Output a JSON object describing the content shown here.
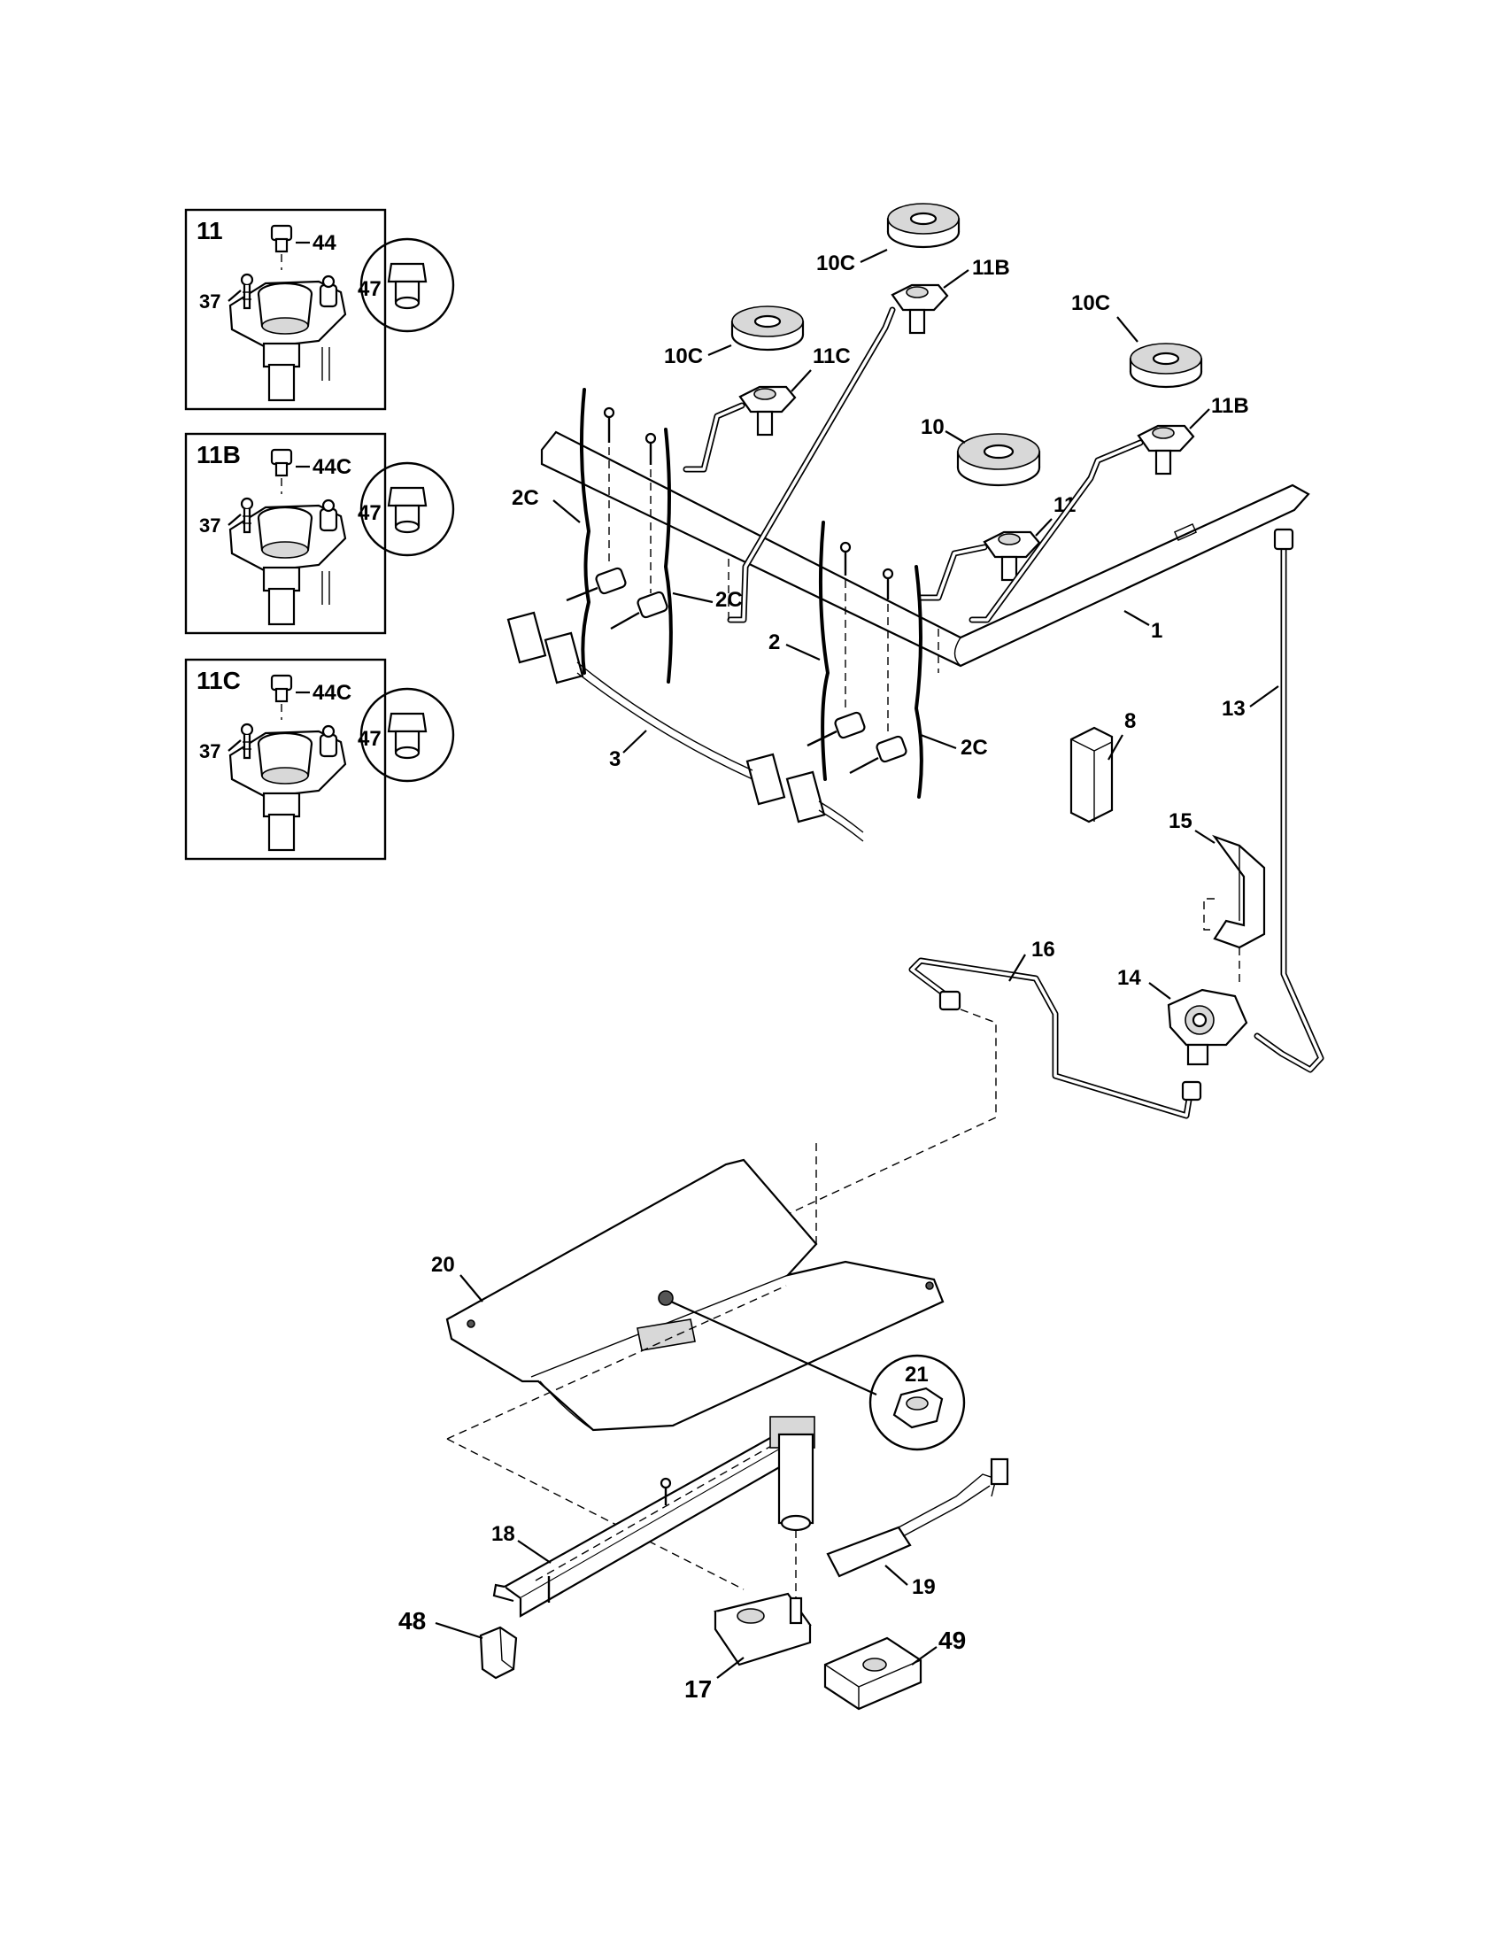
{
  "callouts": {
    "c1": "1",
    "c2": "2",
    "c2c_a": "2C",
    "c2c_b": "2C",
    "c2c_c": "2C",
    "c3": "3",
    "c8": "8",
    "c10": "10",
    "c10c_a": "10C",
    "c10c_b": "10C",
    "c10c_c": "10C",
    "c11": "11",
    "c11b_a": "11B",
    "c11b_b": "11B",
    "c11c": "11C",
    "c13": "13",
    "c14": "14",
    "c15": "15",
    "c16": "16",
    "c17": "17",
    "c18": "18",
    "c19": "19",
    "c20": "20",
    "c21": "21",
    "c48": "48",
    "c49": "49"
  },
  "detail_boxes": [
    {
      "title": "11",
      "screw": "37",
      "cap": "44",
      "orifice": "47"
    },
    {
      "title": "11B",
      "screw": "37",
      "cap": "44C",
      "orifice": "47"
    },
    {
      "title": "11C",
      "screw": "37",
      "cap": "44C",
      "orifice": "47"
    }
  ]
}
